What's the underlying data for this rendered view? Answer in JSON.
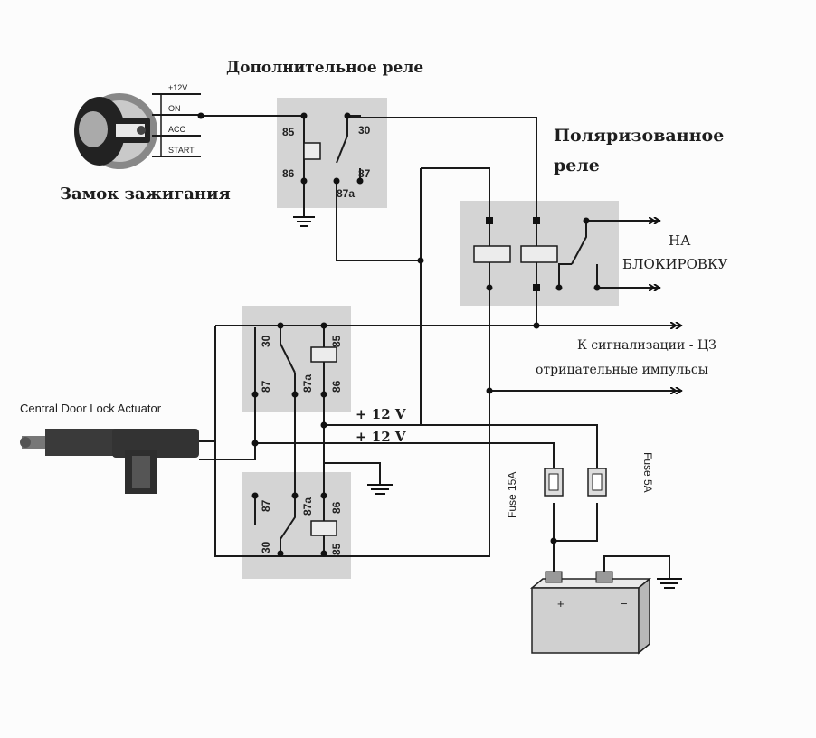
{
  "labels": {
    "extra_relay_title": "Дополнительное реле",
    "polar_relay_title_line1": "Поляризованное",
    "polar_relay_title_line2": "реле",
    "ignition_lock": "Замок зажигания",
    "to_lock_line1": "НА",
    "to_lock_line2": "БЛОКИРОВКУ",
    "alarm_line1": "К сигнализации - ЦЗ",
    "alarm_line2": "отрицательные импульсы",
    "actuator": "Central Door Lock Actuator",
    "plus12_a": "+ 12 V",
    "plus12_b": "+ 12 V",
    "fuse_15": "Fuse 15A",
    "fuse_5": "Fuse 5A"
  },
  "ignition_terminals": [
    "+12V",
    "ON",
    "ACC",
    "START"
  ],
  "extra_relay_pins": {
    "p85": "85",
    "p86": "86",
    "p30": "30",
    "p87": "87",
    "p87a": "87a"
  },
  "upper_relay_pins": {
    "p30": "30",
    "p85": "85",
    "p87": "87",
    "p87a": "87a",
    "p86": "86"
  },
  "lower_relay_pins": {
    "p87": "87",
    "p87a": "87a",
    "p86": "86",
    "p30": "30",
    "p85": "85"
  },
  "battery_signs": {
    "plus": "+",
    "minus": "−"
  },
  "colors": {
    "relay_fill": "#d4d4d4",
    "wire": "#1a1a1a",
    "background": "#fcfcfc"
  }
}
